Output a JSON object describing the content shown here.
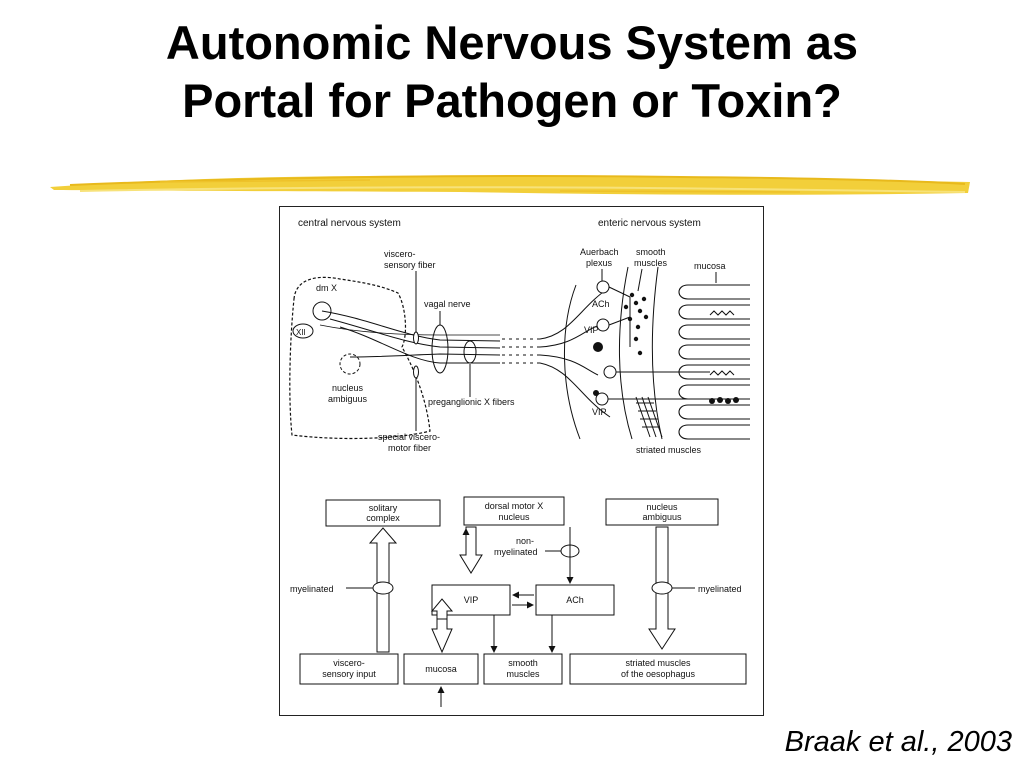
{
  "slide": {
    "title_line1": "Autonomic Nervous System as",
    "title_line2": "Portal for Pathogen or Toxin?",
    "citation": "Braak et al., 2003",
    "accent_color": "#f2cf3a"
  },
  "figure": {
    "top": {
      "cns_heading": "central nervous system",
      "ens_heading": "enteric nervous system",
      "viscerosensory_1": "viscero-",
      "viscerosensory_2": "sensory fiber",
      "vagal_nerve": "vagal nerve",
      "dmx": "dm X",
      "xii": "XII",
      "nucleus_ambiguus_1": "nucleus",
      "nucleus_ambiguus_2": "ambiguus",
      "preganglionic": "preganglionic X fibers",
      "special_visceromotor_1": "special viscero-",
      "special_visceromotor_2": "motor fiber",
      "auerbach_1": "Auerbach",
      "auerbach_2": "plexus",
      "smooth_muscles_1": "smooth",
      "smooth_muscles_2": "muscles",
      "mucosa": "mucosa",
      "ach": "ACh",
      "vip_1": "VIP",
      "vip_2": "VIP",
      "striated_muscles": "striated muscles"
    },
    "bottom": {
      "solitary_1": "solitary",
      "solitary_2": "complex",
      "dorsal_motor_1": "dorsal motor X",
      "dorsal_motor_2": "nucleus",
      "nucleus_ambiguus_1": "nucleus",
      "nucleus_ambiguus_2": "ambiguus",
      "non_myelinated_1": "non-",
      "non_myelinated_2": "myelinated",
      "myelinated_left": "myelinated",
      "myelinated_right": "myelinated",
      "vip": "VIP",
      "ach": "ACh",
      "viscerosensory_input_1": "viscero-",
      "viscerosensory_input_2": "sensory input",
      "mucosa": "mucosa",
      "smooth_muscles_1": "smooth",
      "smooth_muscles_2": "muscles",
      "striated_oesophagus_1": "striated muscles",
      "striated_oesophagus_2": "of the oesophagus"
    }
  }
}
